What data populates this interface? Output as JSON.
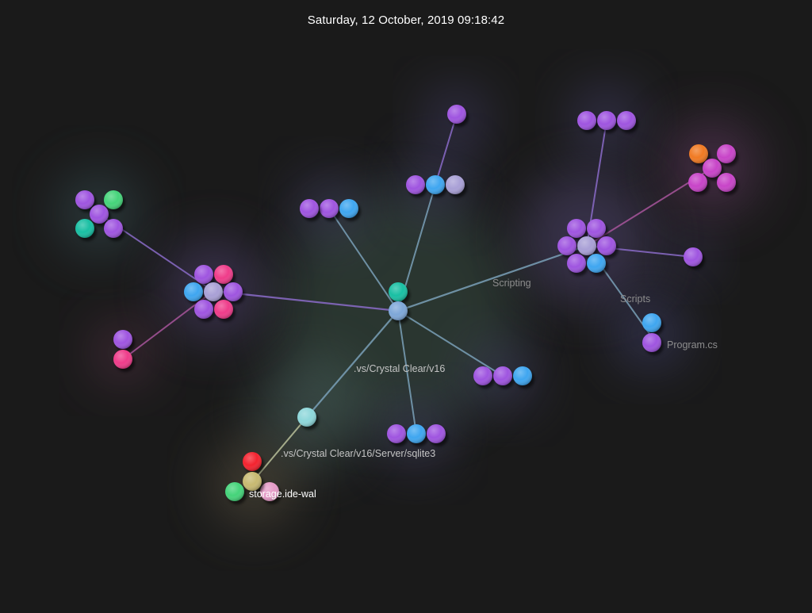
{
  "timestamp": "Saturday, 12 October, 2019 09:18:42",
  "colors": {
    "background": "#1a1a1a",
    "edge_default": "#7aa0b8",
    "edge_purple": "#8a6bc8",
    "edge_magenta": "#a8559c",
    "purple": "#9f55e0",
    "blue": "#3fa6f0",
    "teal": "#19bfa3",
    "green": "#45d47a",
    "pink": "#ef3c8a",
    "orange": "#f07a23",
    "magenta": "#c844c8",
    "red": "#f4232f",
    "olive": "#c7b971",
    "light_pink": "#e59bc7",
    "dir_node": "#7ea7d8",
    "dir_node_light": "#a9a0d6",
    "cyan_light": "#8ed7da"
  },
  "labels": {
    "scripting": "Scripting",
    "scripts": "Scripts",
    "program_cs": "Program.cs",
    "vs_crystal_clear_v16": ".vs/Crystal Clear/v16",
    "sqlite3_dir": ".vs/Crystal Clear/v16/Server/sqlite3",
    "storage_ide_wal": "storage.ide-wal"
  },
  "icons": {
    "dir_node": "sphere-node-icon",
    "file_node": "sphere-file-icon"
  }
}
